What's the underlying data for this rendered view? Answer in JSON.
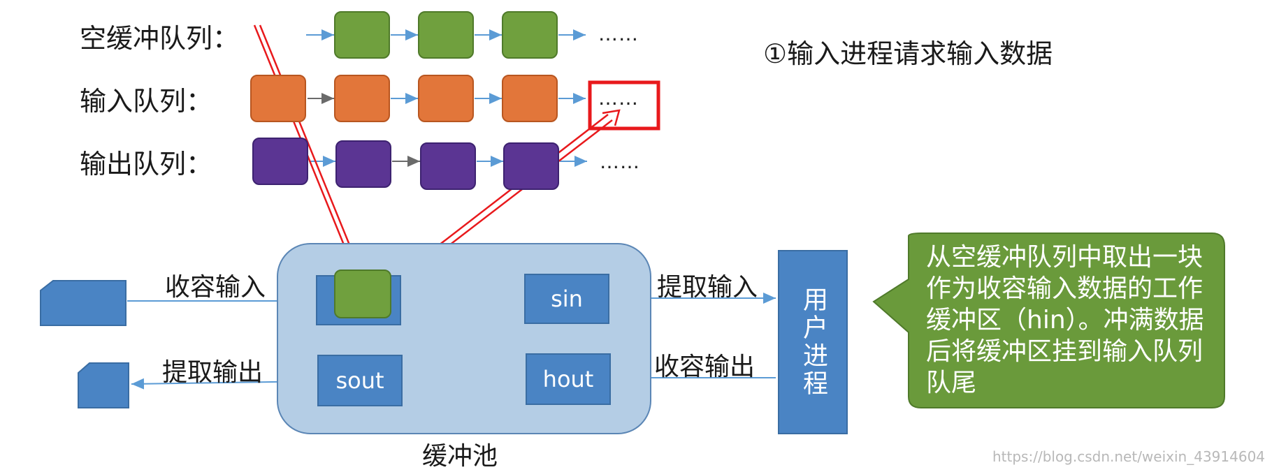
{
  "queues": {
    "empty_label": "空缓冲队列：",
    "input_label": "输入队列：",
    "output_label": "输出队列：",
    "ellipsis": "……"
  },
  "step_text": "①输入进程请求输入数据",
  "buffer_pool": {
    "label": "缓冲池",
    "sin": "sin",
    "sout": "sout",
    "hout": "hout"
  },
  "flows": {
    "capture_input": "收容输入",
    "extract_output": "提取输出",
    "extract_input": "提取输入",
    "capture_output": "收容输出"
  },
  "user_process": "用户进程",
  "callout": "从空缓冲队列中取出一块作为收容输入数据的工作缓冲区（hin）。冲满数据后将缓冲区挂到输入队列队尾",
  "watermark": "https://blog.csdn.net/weixin_43914604",
  "colors": {
    "empty_buffer": "#70a03e",
    "input_buffer": "#e2763a",
    "output_buffer": "#5b3593",
    "pool": "#b4cde5",
    "box": "#4a84c4",
    "callout": "#6a9a3b",
    "highlight": "#e8191c"
  }
}
